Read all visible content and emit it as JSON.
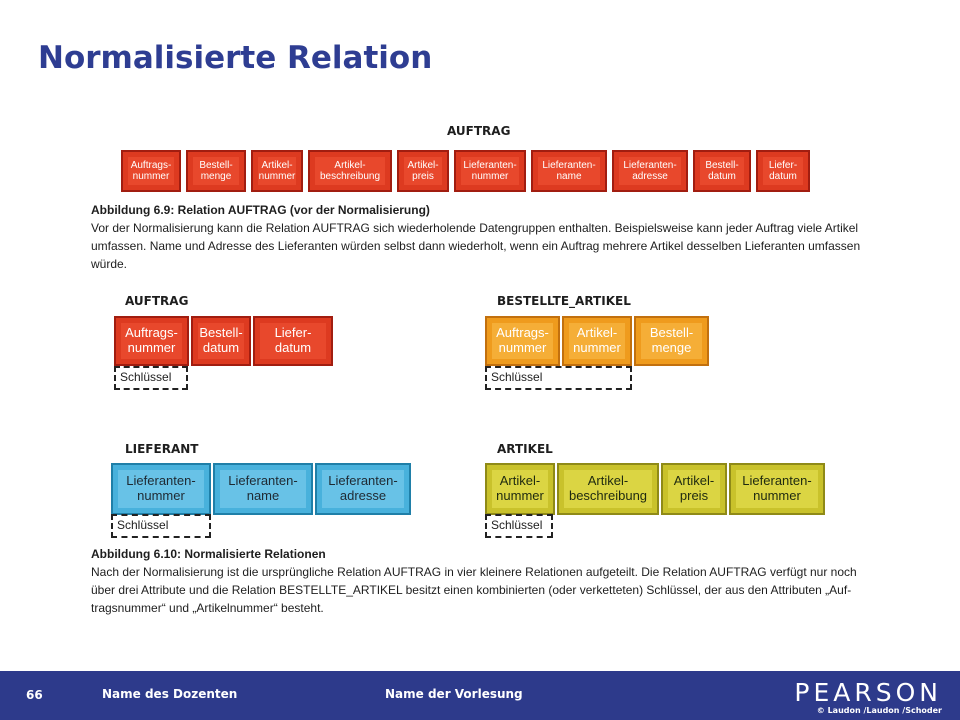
{
  "slide": {
    "title": "Normalisierte Relation",
    "page_number": "66"
  },
  "colors": {
    "footer_bg": "#2d3a8b",
    "title": "#2e3d92",
    "red": "#dd3a20",
    "orange": "#ef9b1d",
    "blue": "#48b1dc",
    "olive": "#c9c22b"
  },
  "figure1": {
    "table_name": "AUFTRAG",
    "fields": [
      "Auftrags-\nnummer",
      "Bestell-\nmenge",
      "Artikel-\nnummer",
      "Artikel-\nbeschreibung",
      "Artikel-\npreis",
      "Lieferanten-\nnummer",
      "Lieferanten-\nname",
      "Lieferanten-\nadresse",
      "Bestell-\ndatum",
      "Liefer-\ndatum"
    ],
    "caption_title": "Abbildung 6.9: Relation AUFTRAG (vor der Normalisierung)",
    "caption_text": "Vor der Normalisierung kann die Relation AUFTRAG sich wiederholende Datengruppen enthalten. Beispielsweise kann jeder Auftrag viele Artikel umfassen. Name und Adresse des Lieferanten würden selbst dann wiederholt, wenn ein Auftrag mehrere Artikel desselben Lieferanten umfassen würde."
  },
  "figure2": {
    "tables": {
      "auftrag": {
        "name": "AUFTRAG",
        "fields": [
          "Auftrags-\nnummer",
          "Bestell-\ndatum",
          "Liefer-\ndatum"
        ],
        "key_label": "Schlüssel"
      },
      "bestellte_artikel": {
        "name": "BESTELLTE_ARTIKEL",
        "fields": [
          "Auftrags-\nnummer",
          "Artikel-\nnummer",
          "Bestell-\nmenge"
        ],
        "key_label": "Schlüssel"
      },
      "lieferant": {
        "name": "LIEFERANT",
        "fields": [
          "Lieferanten-\nnummer",
          "Lieferanten-\nname",
          "Lieferanten-\nadresse"
        ],
        "key_label": "Schlüssel"
      },
      "artikel": {
        "name": "ARTIKEL",
        "fields": [
          "Artikel-\nnummer",
          "Artikel-\nbeschreibung",
          "Artikel-\npreis",
          "Lieferanten-\nnummer"
        ],
        "key_label": "Schlüssel"
      }
    },
    "caption_title": "Abbildung 6.10: Normalisierte Relationen",
    "caption_text": "Nach der Normalisierung ist die ursprüngliche Relation AUFTRAG in vier kleinere Relationen aufgeteilt. Die Relation AUFTRAG verfügt nur noch über drei Attribute und die Relation BESTELLTE_ARTIKEL besitzt einen kombinierten (oder verketteten) Schlüssel, der aus den Attributen „Auf-tragsnummer“ und „Artikelnummer“ besteht."
  },
  "footer": {
    "lecturer": "Name des Dozenten",
    "course": "Name der Vorlesung",
    "brand": "PEARSON",
    "copyright": "© Laudon /Laudon /Schoder"
  }
}
